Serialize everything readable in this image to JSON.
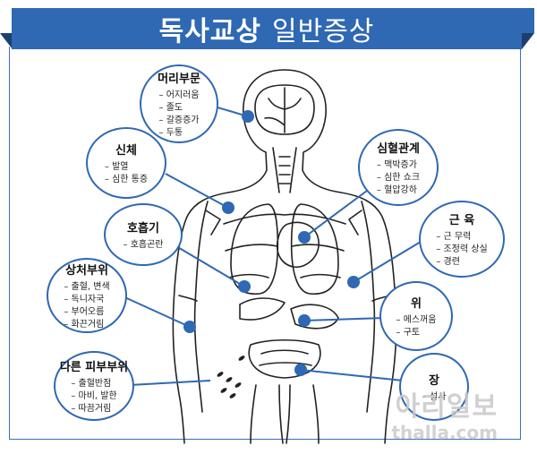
{
  "title": {
    "bold": "독사교상",
    "light": "일반증상"
  },
  "bubbles": {
    "head": {
      "title": "머리부문",
      "items": [
        "어지러움",
        "졸도",
        "갈증증가",
        "두통"
      ]
    },
    "body": {
      "title": "신체",
      "items": [
        "발열",
        "심한 통증"
      ]
    },
    "resp": {
      "title": "호흡기",
      "items": [
        "호흡곤란"
      ]
    },
    "wound": {
      "title": "상처부위",
      "items": [
        "출혈, 변색",
        "독니자국",
        "부어오름",
        "화끈거림"
      ]
    },
    "skin": {
      "title": "다른 피부부위",
      "items": [
        "출혈반점",
        "마비, 발한",
        "따끔거림"
      ]
    },
    "heart": {
      "title": "심혈관계",
      "items": [
        "맥박증가",
        "심한 쇼크",
        "혈압강하"
      ]
    },
    "muscle": {
      "title": "근 육",
      "items": [
        "근 무력",
        "조정력 상실",
        "경련"
      ]
    },
    "stomach": {
      "title": "위",
      "items": [
        "메스꺼움",
        "구토"
      ]
    },
    "gut": {
      "title": "장",
      "items": [
        "설사"
      ]
    }
  },
  "watermark": {
    "line1": "아리일보",
    "line2": "thalla.com"
  },
  "colors": {
    "accent": "#2f68b3",
    "dark": "#1c3f6e"
  }
}
